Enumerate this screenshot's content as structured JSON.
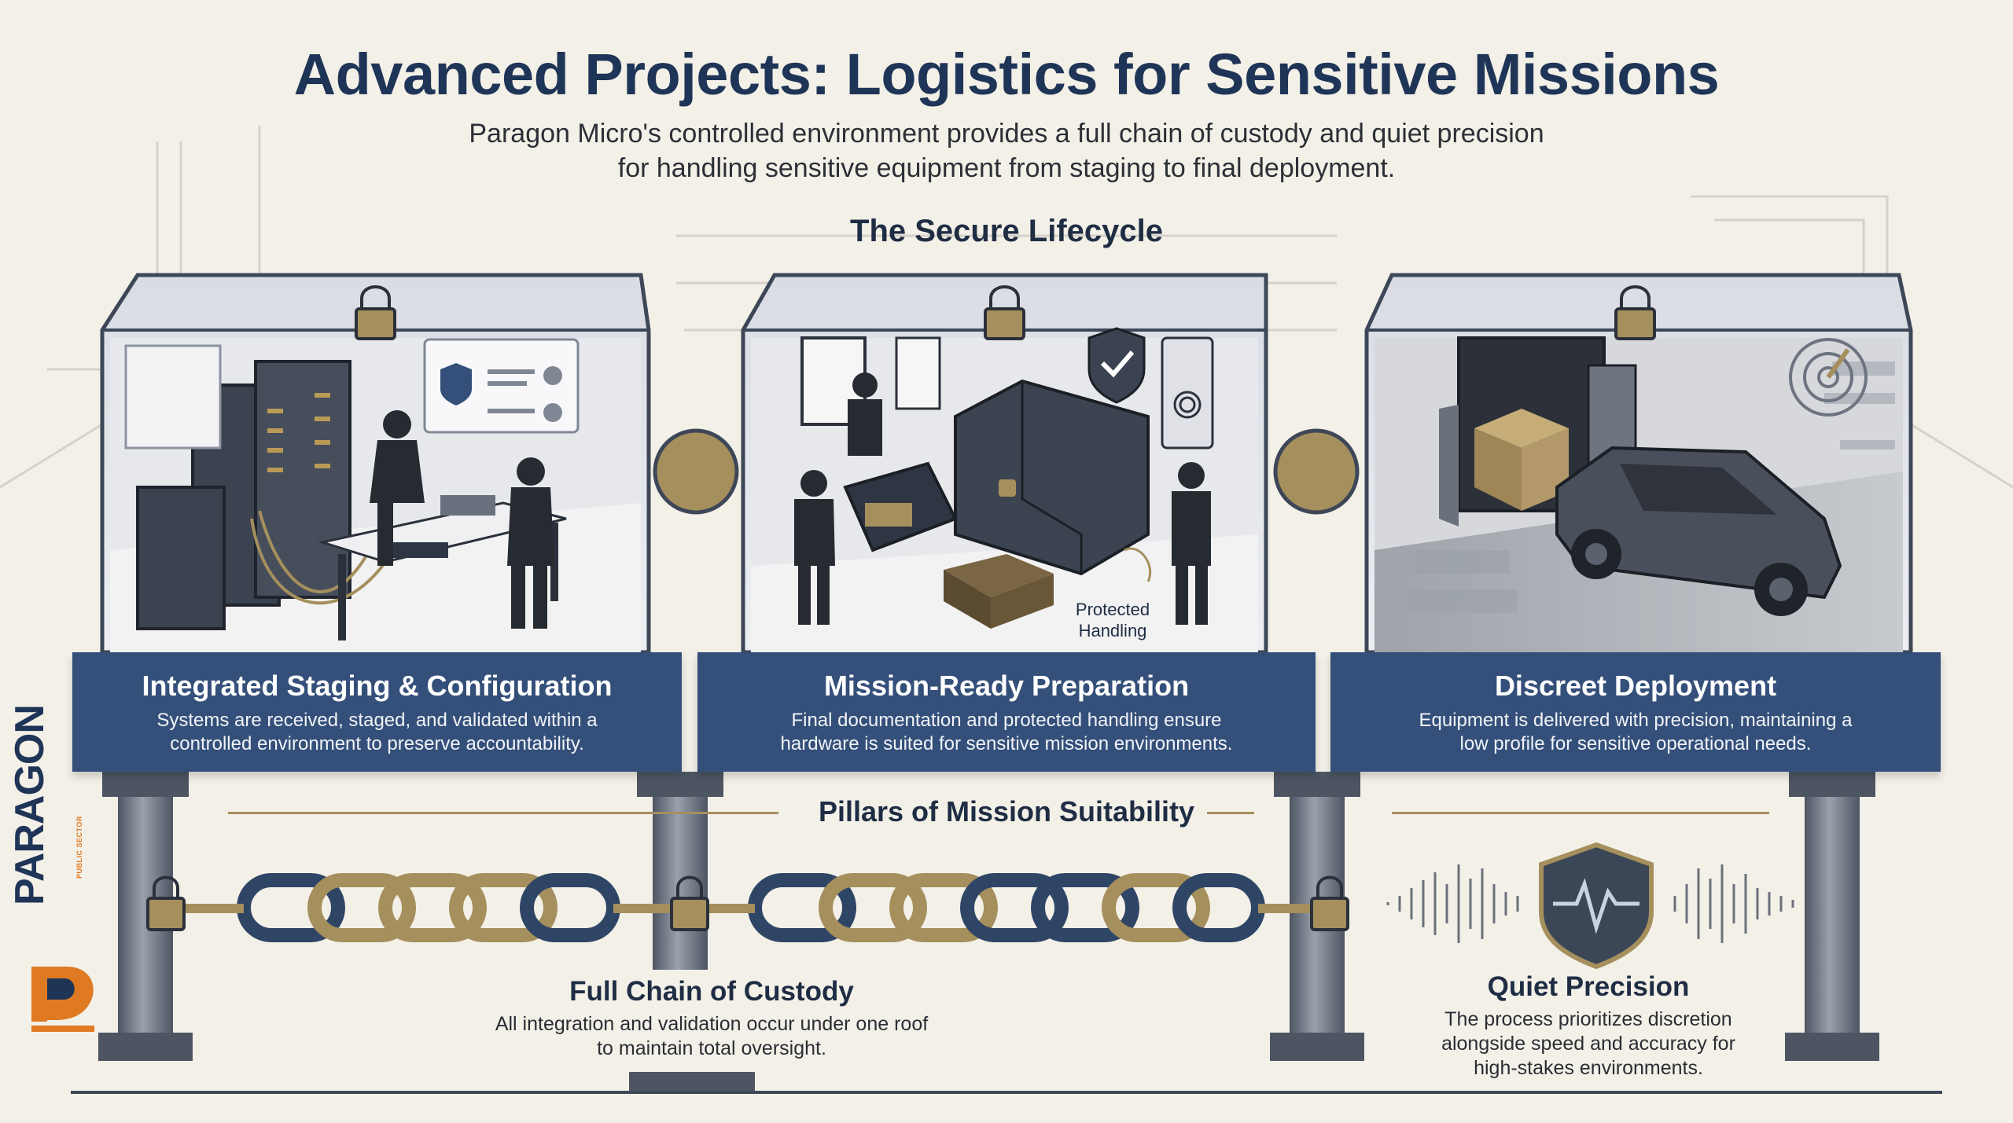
{
  "header": {
    "title": "Advanced Projects: Logistics for Sensitive Missions",
    "subtitle_line1": "Paragon Micro's controlled environment provides a full chain of custody and quiet precision",
    "subtitle_line2": "for handling sensitive equipment from staging to final deployment."
  },
  "lifecycle": {
    "heading": "The Secure Lifecycle",
    "stages": [
      {
        "title": "Integrated Staging & Configuration",
        "line1": "Systems are received, staged, and validated within a",
        "line2": "controlled environment to preserve accountability."
      },
      {
        "title": "Mission-Ready Preparation",
        "line1": "Final documentation and protected handling ensure",
        "line2": "hardware is suited for sensitive mission environments."
      },
      {
        "title": "Discreet Deployment",
        "line1": "Equipment is delivered with precision, maintaining a",
        "line2": "low profile for sensitive operational needs."
      }
    ],
    "handling_label_line1": "Protected",
    "handling_label_line2": "Handling"
  },
  "pillars": {
    "heading": "Pillars of Mission Suitability",
    "items": [
      {
        "title": "Full Chain of Custody",
        "line1": "All integration and validation occur under one roof",
        "line2": "to maintain total oversight."
      },
      {
        "title": "Quiet Precision",
        "line1": "The process prioritizes discretion",
        "line2": "alongside speed and accuracy for",
        "line3": "high-stakes environments."
      }
    ]
  },
  "logo": {
    "wordmark": "PARAGON",
    "tagline": "PUBLIC SECTOR"
  },
  "colors": {
    "navy": "#34507a",
    "gold": "#a58f5c",
    "background": "#f3f0e8",
    "orange": "#e07a22"
  },
  "icons": [
    "padlock-icon",
    "shield-check-icon",
    "fingerprint-icon",
    "gear-icon",
    "radar-icon",
    "pulse-shield-icon"
  ]
}
